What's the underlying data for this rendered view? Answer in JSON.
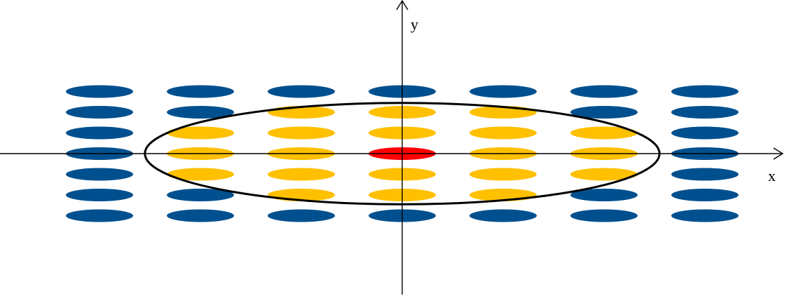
{
  "axes": {
    "x_label": "x",
    "y_label": "y"
  },
  "grid": {
    "columns": [
      -3,
      -2,
      -1,
      0,
      1,
      2,
      3
    ],
    "rows": [
      3,
      2,
      1,
      0,
      -1,
      -2,
      -3
    ]
  },
  "neighbourhood": {
    "x_radius": 2.55,
    "y_radius": 2.45,
    "inside_points": [
      [
        -1,
        2
      ],
      [
        0,
        2
      ],
      [
        1,
        2
      ],
      [
        -2,
        1
      ],
      [
        -1,
        1
      ],
      [
        0,
        1
      ],
      [
        1,
        1
      ],
      [
        2,
        1
      ],
      [
        -2,
        0
      ],
      [
        -1,
        0
      ],
      [
        1,
        0
      ],
      [
        2,
        0
      ],
      [
        -2,
        -1
      ],
      [
        -1,
        -1
      ],
      [
        0,
        -1
      ],
      [
        1,
        -1
      ],
      [
        2,
        -1
      ],
      [
        -1,
        -2
      ],
      [
        0,
        -2
      ],
      [
        1,
        -2
      ]
    ],
    "center_point": [
      0,
      0
    ]
  },
  "colors": {
    "outside": "#00508f",
    "inside": "#ffc000",
    "center": "#ff0000",
    "axis": "#000000",
    "boundary": "#000000"
  }
}
